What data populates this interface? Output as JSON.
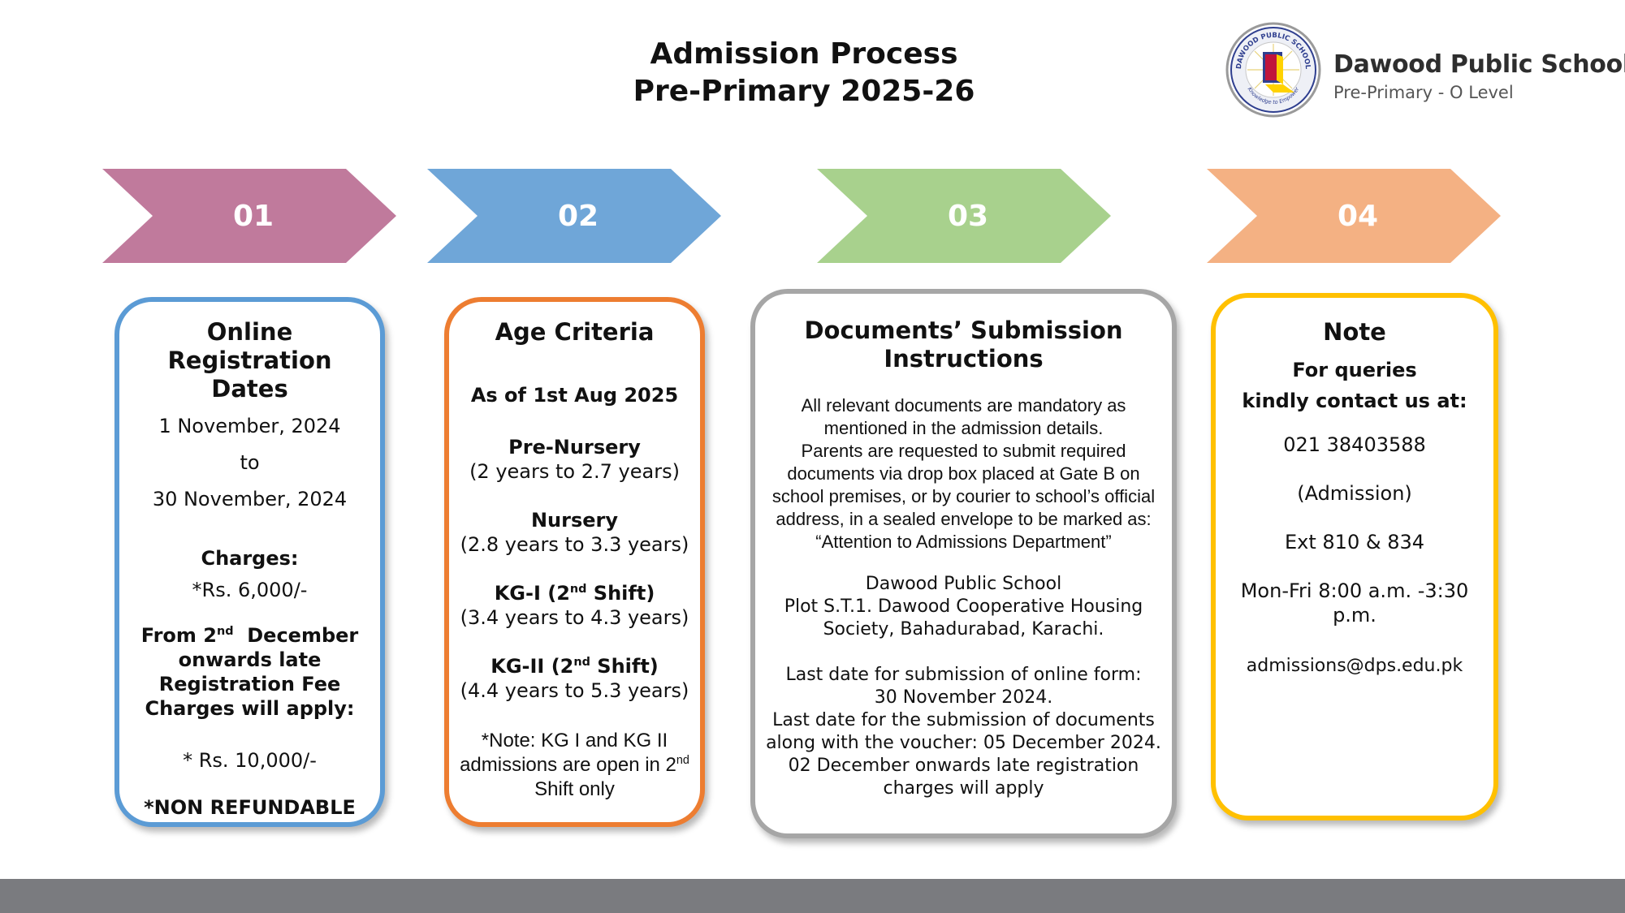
{
  "header": {
    "title_line1": "Admission Process",
    "title_line2": "Pre-Primary 2025-26"
  },
  "brand": {
    "name": "Dawood Public School",
    "subtitle": "Pre-Primary - O Level",
    "seal_text_top": "DAWOOD PUBLIC SCHOOL",
    "seal_text_bottom": "Knowledge to Empower"
  },
  "steps": [
    {
      "number": "01",
      "color": "#c07a9c"
    },
    {
      "number": "02",
      "color": "#6fa6d8"
    },
    {
      "number": "03",
      "color": "#a8d18d"
    },
    {
      "number": "04",
      "color": "#f4b183"
    }
  ],
  "card1": {
    "border_color": "#5b9bd5",
    "heading_line1": "Online",
    "heading_line2": "Registration",
    "heading_line3": "Dates",
    "date_start": "1 November, 2024",
    "to": "to",
    "date_end": "30 November, 2024",
    "charges_label": "Charges:",
    "charges_value": "*Rs. 6,000/-",
    "late_from": "From 2",
    "late_sup": "nd",
    "late_month": "December",
    "late_line2": "onwards late",
    "late_line3": "Registration Fee",
    "late_line4": "Charges will apply:",
    "late_value": "* Rs. 10,000/-",
    "non_refundable": "*NON REFUNDABLE"
  },
  "card2": {
    "border_color": "#ed7d31",
    "heading": "Age Criteria",
    "as_of": "As of  1st Aug  2025",
    "groups": [
      {
        "name": "Pre-Nursery",
        "sup": "",
        "suffix": "",
        "range": "(2 years to 2.7 years)"
      },
      {
        "name": "Nursery",
        "sup": "",
        "suffix": "",
        "range": "(2.8 years to 3.3 years)"
      },
      {
        "name": "KG-I (2",
        "sup": "nd",
        "suffix": " Shift)",
        "range": "(3.4 years to 4.3 years)"
      },
      {
        "name": "KG-II (2",
        "sup": "nd",
        "suffix": " Shift)",
        "range": "(4.4 years to 5.3 years)"
      }
    ],
    "note_line1": "*Note: KG I and KG II",
    "note_line2": "admissions are open in 2",
    "note_sup": "nd",
    "note_line3": "Shift only"
  },
  "card3": {
    "border_color": "#a6a6a6",
    "heading_line1": "Documents’ Submission",
    "heading_line2": "Instructions",
    "para_lines": [
      "All relevant documents are mandatory as",
      "mentioned in the admission details.",
      "Parents are requested to submit required",
      "documents via drop box placed at Gate B on",
      "school premises, or by courier to school’s official",
      "address, in a sealed envelope to be  marked as:",
      "“Attention to Admissions Department”"
    ],
    "address_lines": [
      "Dawood Public School",
      "Plot S.T.1. Dawood Cooperative Housing",
      "Society, Bahadurabad, Karachi."
    ],
    "deadline_lines": [
      "Last date for submission of online form:",
      "30 November 2024.",
      "Last date for the submission of documents",
      "along with the voucher: 05 December 2024.",
      "02 December onwards late registration",
      "charges will apply"
    ]
  },
  "card4": {
    "border_color": "#ffc000",
    "heading": "Note",
    "queries_line1": "For  queries",
    "queries_line2": "kindly contact us at:",
    "phone": "021 38403588",
    "dept": "(Admission)",
    "ext": "Ext 810 & 834",
    "hours_line1": "Mon-Fri  8:00 a.m. -3:30",
    "hours_line2": "p.m.",
    "email": "admissions@dps.edu.pk"
  }
}
